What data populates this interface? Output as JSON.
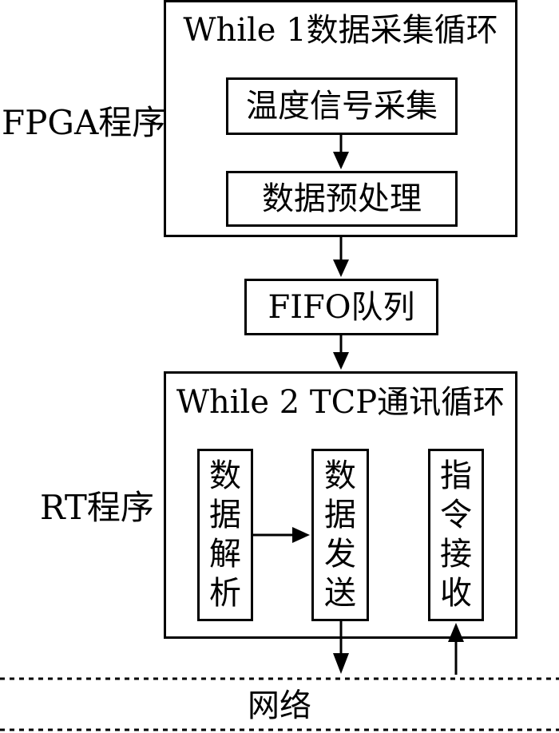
{
  "fpga": {
    "side_label": "FPGA程序",
    "loop_title": "While 1数据采集循环",
    "step1": "温度信号采集",
    "step2": "数据预处理"
  },
  "fifo": {
    "label": "FIFO队列"
  },
  "rt": {
    "side_label": "RT程序",
    "loop_title": "While 2 TCP通讯循环",
    "col1": [
      "数",
      "据",
      "解",
      "析"
    ],
    "col2": [
      "数",
      "据",
      "发",
      "送"
    ],
    "col3": [
      "指",
      "令",
      "接",
      "收"
    ]
  },
  "network": {
    "label": "网络"
  }
}
